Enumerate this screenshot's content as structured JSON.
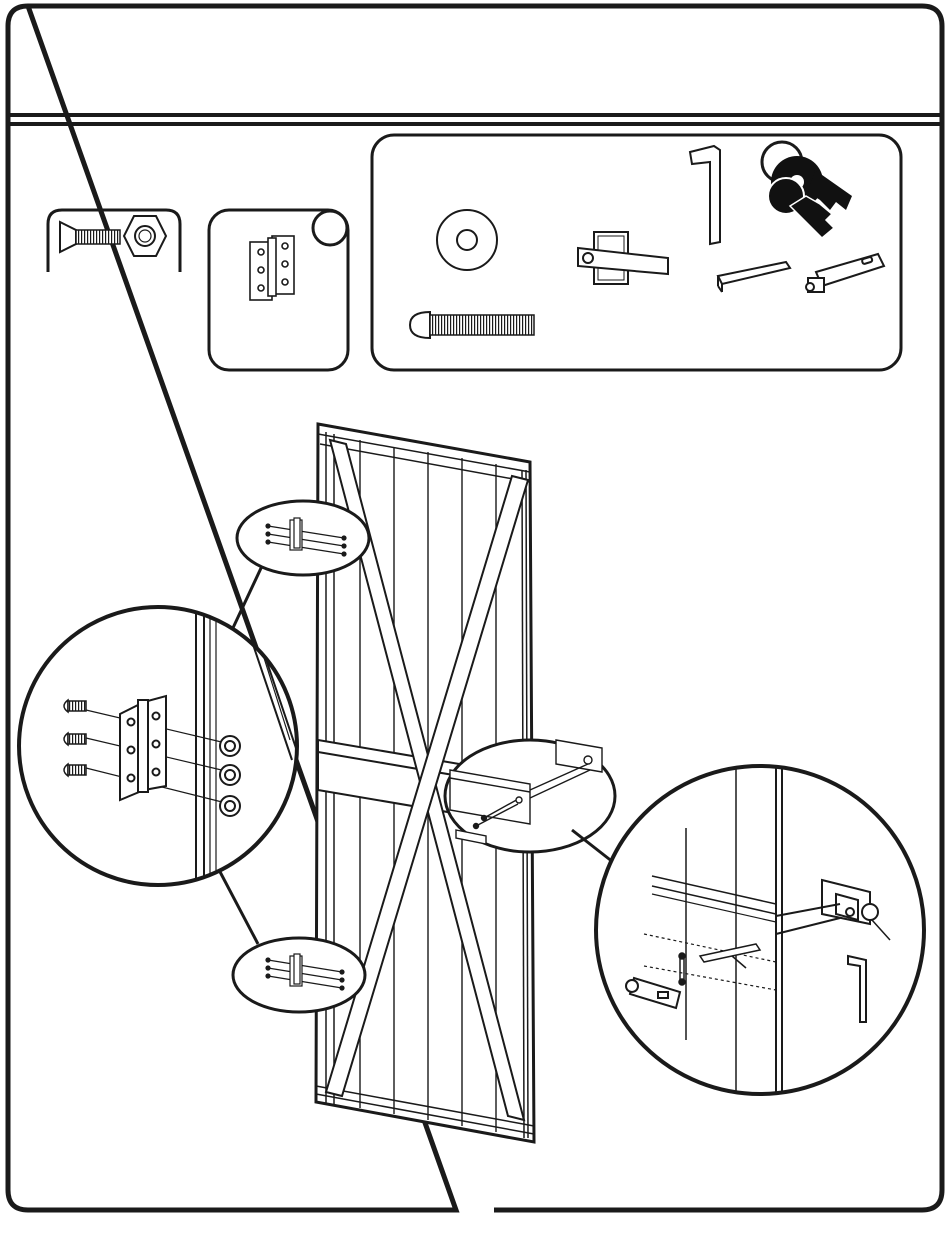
{
  "page": {
    "title": "",
    "page_number": ""
  },
  "colors": {
    "ink": "#1a1a1a",
    "paper": "#ffffff",
    "panel_shade": "#f2f2f2",
    "key_fill": "#111111"
  },
  "parts": {
    "bolt_and_nut": {
      "icon": "countersunk-bolt-and-hex-nut-icon"
    },
    "hinge": {
      "icon": "butt-hinge-icon"
    },
    "washer": {
      "icon": "flat-washer-icon"
    },
    "long_bolt": {
      "icon": "round-head-bolt-icon"
    },
    "handle": {
      "icon": "lever-door-handle-icon"
    },
    "hex_key": {
      "icon": "allen-key-icon"
    },
    "keys": {
      "icon": "keys-on-ring-icon"
    },
    "square_spindle": {
      "icon": "square-spindle-icon"
    },
    "latch": {
      "icon": "latch-bolt-icon"
    }
  },
  "callouts": [
    {
      "target": "upper-hinge",
      "detail": "hinge-bolts-nuts-detail"
    },
    {
      "target": "lower-hinge",
      "detail": "hinge-bolts-nuts-detail"
    },
    {
      "target": "handle-mount",
      "detail": "handle-latch-detail"
    }
  ]
}
